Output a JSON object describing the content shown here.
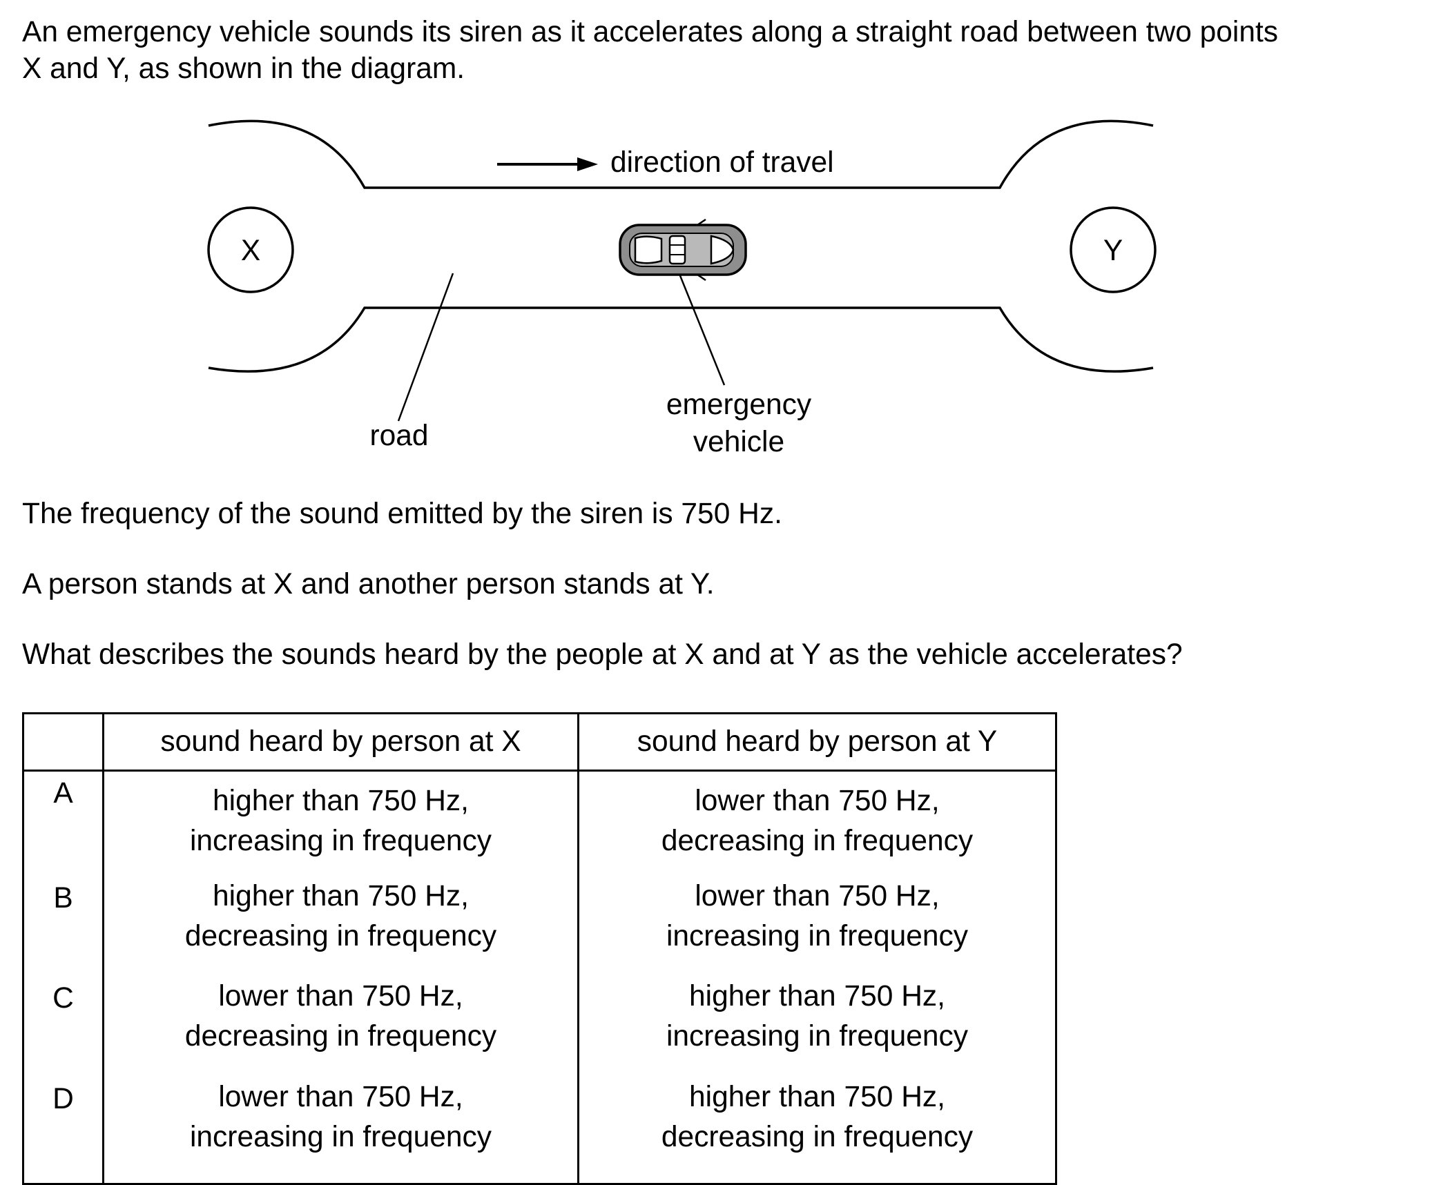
{
  "question": {
    "intro_line1": "An emergency vehicle sounds its siren as it accelerates along a straight road between two points",
    "intro_line2": "X and Y, as shown in the diagram.",
    "frequency_statement": "The frequency of the sound emitted by the siren is 750 Hz.",
    "persons_statement": "A person stands at X and another person stands at Y.",
    "question_text": "What describes the sounds heard by the people at X and at Y as the vehicle accelerates?"
  },
  "diagram": {
    "point_x_label": "X",
    "point_y_label": "Y",
    "direction_label": "direction of travel",
    "road_label": "road",
    "vehicle_label_line1": "emergency",
    "vehicle_label_line2": "vehicle"
  },
  "table": {
    "headers": [
      "",
      "sound heard by person at X",
      "sound heard by person at Y"
    ],
    "rows": [
      {
        "key": "A",
        "x": [
          "higher than 750 Hz,",
          "increasing in frequency"
        ],
        "y": [
          "lower than 750 Hz,",
          "decreasing in frequency"
        ]
      },
      {
        "key": "B",
        "x": [
          "higher than 750 Hz,",
          "decreasing in frequency"
        ],
        "y": [
          "lower than 750 Hz,",
          "increasing in frequency"
        ]
      },
      {
        "key": "C",
        "x": [
          "lower than 750 Hz,",
          "decreasing in frequency"
        ],
        "y": [
          "higher than 750 Hz,",
          "increasing in frequency"
        ]
      },
      {
        "key": "D",
        "x": [
          "lower than 750 Hz,",
          "increasing in frequency"
        ],
        "y": [
          "higher than 750 Hz,",
          "decreasing in frequency"
        ]
      }
    ]
  }
}
